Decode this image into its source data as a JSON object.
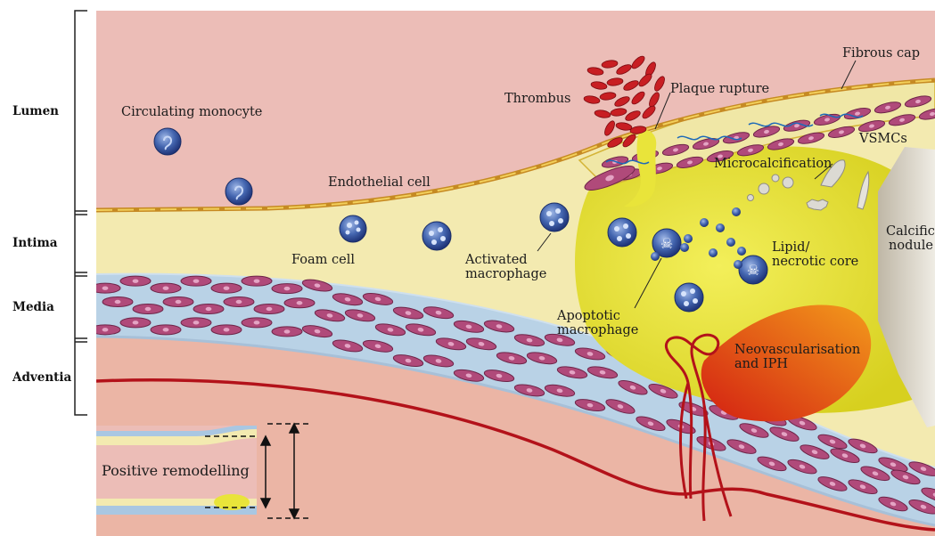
{
  "layers": {
    "lumen": "Lumen",
    "intima": "Intima",
    "media": "Media",
    "adventia": "Adventia"
  },
  "labels": {
    "circulating_monocyte": "Circulating monocyte",
    "endothelial_cell": "Endothelial cell",
    "foam_cell": "Foam cell",
    "activated_macrophage_1": "Activated",
    "activated_macrophage_2": "macrophage",
    "thrombus": "Thrombus",
    "plaque_rupture": "Plaque rupture",
    "fibrous_cap": "Fibrous cap",
    "vsmcs": "VSMCs",
    "microcalcification": "Microcalcification",
    "lipid_1": "Lipid/",
    "lipid_2": "necrotic core",
    "apoptotic_1": "Apoptotic",
    "apoptotic_2": "macrophage",
    "calcific_1": "Calcific",
    "calcific_2": "nodule",
    "neovasc_1": "Neovascularisation",
    "neovasc_2": "and IPH",
    "positive_remodelling": "Positive remodelling"
  },
  "colors": {
    "lumen": "#ecbdb7",
    "intima": "#f3eab0",
    "media": "#b9d2e6",
    "adventia": "#ebb5a5",
    "core": "#e9e43a",
    "vessel": "#c0121a",
    "vsmc": "#b04a7a",
    "macrophage": "#3d5fa8"
  }
}
